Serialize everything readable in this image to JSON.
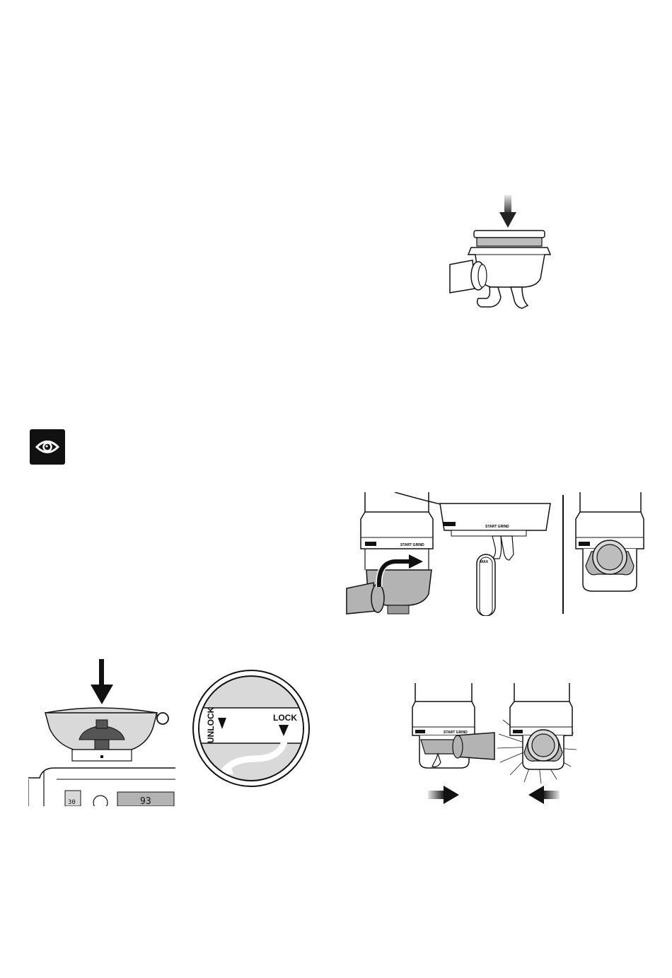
{
  "colors": {
    "ink": "#111111",
    "shade_light": "#d9d9d9",
    "shade_mid": "#b3b3b3",
    "shade_dark": "#555555",
    "paper": "#ffffff"
  },
  "icons": {
    "eye_badge": "eye-icon"
  },
  "figures": {
    "filter_basket": {
      "arrow": "down-arrow-icon"
    },
    "grinder_side_view": {
      "collar_label_left": "START GRIND",
      "collar_label_right": "START GRIND",
      "dosing_label": "MAX"
    },
    "hopper": {
      "timer_value": "30",
      "display_value": "93"
    },
    "lock_dial": {
      "unlock_label": "UNLOCK",
      "lock_label": "LOCK"
    },
    "insert_remove": {
      "collar_label": "START GRIND"
    }
  }
}
